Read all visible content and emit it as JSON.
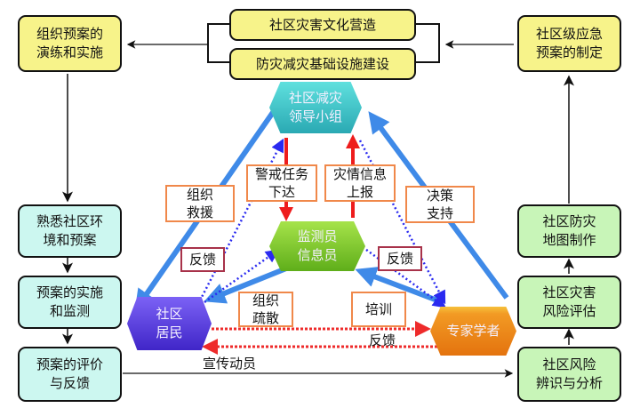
{
  "top_center": {
    "culture": "社区灾害文化营造",
    "infrastructure": "防灾减灾基础设施建设"
  },
  "left_column": [
    {
      "line1": "组织预案的",
      "line2": "演练和实施"
    },
    {
      "line1": "熟悉社区环",
      "line2": "境和预案"
    },
    {
      "line1": "预案的实施",
      "line2": "和监测"
    },
    {
      "line1": "预案的评价",
      "line2": "与反馈"
    }
  ],
  "right_column": [
    {
      "line1": "社区级应急",
      "line2": "预案的制定"
    },
    {
      "line1": "社区防灾",
      "line2": "地图制作"
    },
    {
      "line1": "社区灾害",
      "line2": "风险评估"
    },
    {
      "line1": "社区风险",
      "line2": "辨识与分析"
    }
  ],
  "nodes": {
    "leadership": {
      "line1": "社区减灾",
      "line2": "领导小组",
      "color": "#3cc7c7"
    },
    "monitor": {
      "line1": "监测员",
      "line2": "信息员",
      "color": "#7ccc2a"
    },
    "residents": {
      "line1": "社区",
      "line2": "居民",
      "color": "#5a3fe0"
    },
    "experts": {
      "line1": "专家学者",
      "color": "#f08a1c"
    }
  },
  "edge_labels": {
    "rescue": {
      "line1": "组织",
      "line2": "救援"
    },
    "warning": {
      "line1": "警戒任务",
      "line2": "下达"
    },
    "report": {
      "line1": "灾情信息",
      "line2": "上报"
    },
    "decision": {
      "line1": "决策",
      "line2": "支持"
    },
    "feedback_left": "反馈",
    "feedback_right": "反馈",
    "evacuate": {
      "line1": "组织",
      "line2": "疏散"
    },
    "training": "培训",
    "feedback_bottom": "反馈",
    "mobilize": "宣传动员"
  },
  "colors": {
    "blue_arrow": "#3f8ae8",
    "red_arrow": "#ee1c1c",
    "dotted_blue": "#2a2af0",
    "dotted_red": "#ee2b2b"
  }
}
